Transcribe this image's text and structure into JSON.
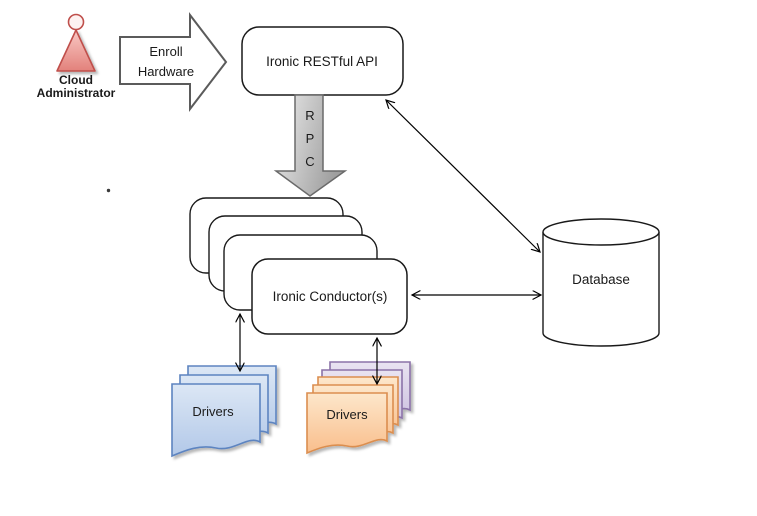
{
  "actor": {
    "label_line1": "Cloud",
    "label_line2": "Administrator"
  },
  "enroll_arrow": {
    "line1": "Enroll",
    "line2": "Hardware"
  },
  "api_box": {
    "label": "Ironic RESTful API"
  },
  "rpc_arrow": {
    "letters": [
      "R",
      "P",
      "C"
    ]
  },
  "conductor_stack": {
    "label": "Ironic Conductor(s)",
    "stacked_boxes": 4
  },
  "database": {
    "label": "Database"
  },
  "drivers_left_stack": {
    "label": "Drivers",
    "doc_count": 3
  },
  "drivers_right_stack": {
    "label": "Drivers",
    "orange_docs": 3,
    "purple_docs": 2
  },
  "stray_mark": ".",
  "colors": {
    "background": "#ffffff",
    "actor_stroke": "#bf4f4b",
    "actor_fill_top": "#f9c9c5",
    "actor_fill_bottom": "#e2817b",
    "block_arrow_outline": "#5b5b5b",
    "rpc_fill_light": "#ededed",
    "rpc_fill_dark": "#9f9f9f",
    "box_stroke": "#191919",
    "box_fill": "#ffffff",
    "blue_doc_stroke": "#5d84c0",
    "blue_doc_fill_top": "#dce7f5",
    "blue_doc_fill_bottom": "#b2c8e8",
    "orange_doc_stroke": "#db8e50",
    "orange_doc_fill_top": "#fde7cb",
    "orange_doc_fill_bottom": "#f9be8c",
    "purple_doc_stroke": "#8b72a8",
    "purple_doc_fill_top": "#e9e3f1",
    "purple_doc_fill_bottom": "#ccbfdf",
    "connector": "#000000"
  }
}
